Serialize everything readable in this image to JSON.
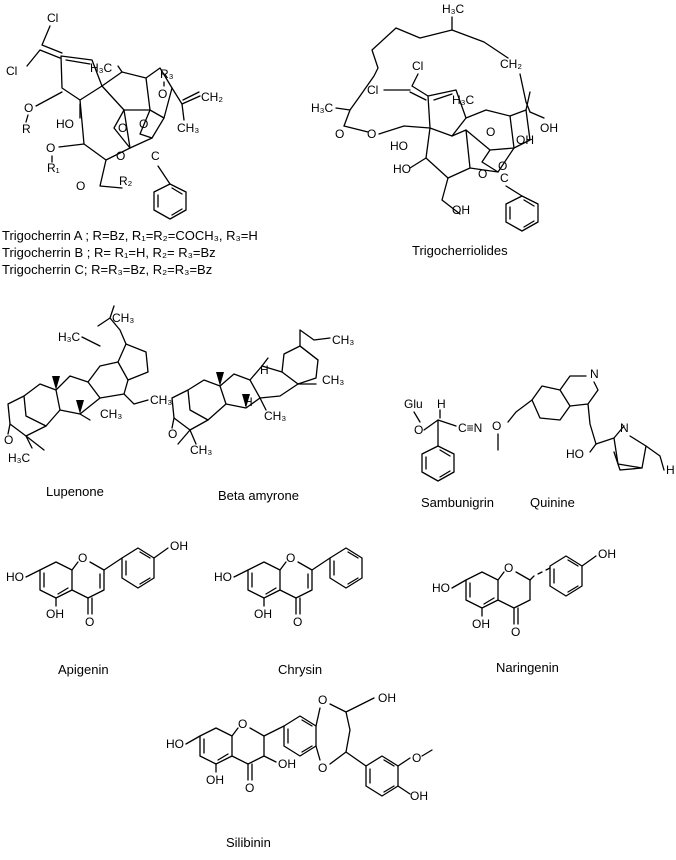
{
  "figure": {
    "trigocherrin_legend": [
      "Trigocherrin A ; R=Bz, R₁=R₂=COCH₃, R₃=H",
      "Trigocherrin B ; R= R₁=H, R₂= R₃=Bz",
      "Trigocherrin C; R=R₃=Bz, R₂=R₃=Bz"
    ],
    "compounds": [
      {
        "id": "trigocherriolides",
        "name": "Trigocherriolides"
      },
      {
        "id": "lupenone",
        "name": "Lupenone"
      },
      {
        "id": "beta-amyrone",
        "name": "Beta amyrone"
      },
      {
        "id": "sambunigrin",
        "name": "Sambunigrin"
      },
      {
        "id": "quinine",
        "name": "Quinine"
      },
      {
        "id": "apigenin",
        "name": "Apigenin"
      },
      {
        "id": "chrysin",
        "name": "Chrysin"
      },
      {
        "id": "naringenin",
        "name": "Naringenin"
      },
      {
        "id": "silibinin",
        "name": "Silibinin"
      }
    ],
    "atom_labels": {
      "cl": "Cl",
      "ho": "HO",
      "oh": "OH",
      "o": "O",
      "o_r": "O",
      "r": "R",
      "h3c": "H₃C",
      "ch3": "CH₃",
      "ch2": "CH₂",
      "o_r1": "O",
      "r1": "R₁",
      "o_r2": "O",
      "r2": "R₂",
      "o_r3": "O",
      "r3": "R₃",
      "c": "C",
      "h": "H",
      "n": "N",
      "glu": "Glu",
      "cn": "C≡N",
      "ome": "O"
    }
  }
}
